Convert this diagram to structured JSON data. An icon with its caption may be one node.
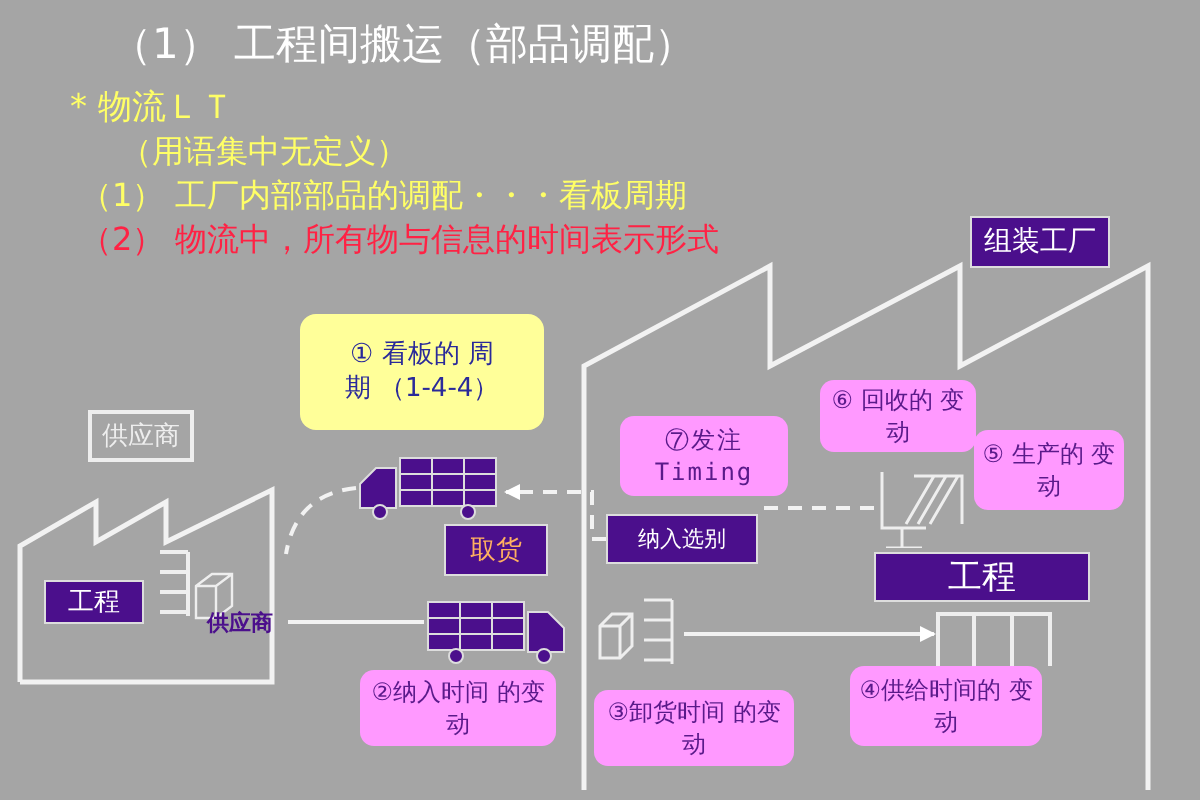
{
  "diagram": {
    "title": "（1） 工程间搬运（部品调配）",
    "nodes": [
      {
        "text": [
          "供应商"
        ]
      },
      {
        "text": [
          "工程"
        ],
        "in": 0
      },
      {
        "text": [
          "供应商"
        ],
        "in": 0
      },
      {
        "text": [
          "① 看板的 周期 （1-4-4）"
        ]
      },
      {
        "text": [],
        "shape": "truck"
      },
      {
        "text": [
          "取货"
        ]
      },
      {
        "text": [],
        "shape": "truck"
      },
      {
        "text": [
          "②纳入时间 的变动"
        ]
      },
      {
        "text": [
          "组装工厂"
        ]
      },
      {
        "text": [
          "⑦发注 Timing"
        ],
        "in": 8
      },
      {
        "text": [
          "⑥ 回收的 变动"
        ],
        "in": 8
      },
      {
        "text": [
          "⑤ 生产的 变动"
        ],
        "in": 8
      },
      {
        "text": [
          "纳入选别"
        ],
        "in": 8
      },
      {
        "text": [],
        "shape": "picture",
        "in": 8
      },
      {
        "text": [
          "工程"
        ],
        "in": 8
      },
      {
        "text": [],
        "shape": "picture",
        "in": 8
      },
      {
        "text": [],
        "shape": "picture",
        "in": 8
      },
      {
        "text": [
          "③卸货时间 的变动"
        ],
        "in": 8
      },
      {
        "text": [
          "④供给时间的 变动"
        ],
        "in": 8
      }
    ],
    "edges": [
      {
        "from": 13,
        "to": 12,
        "arrow": "none",
        "style": "dashed"
      },
      {
        "from": 12,
        "to": 4,
        "arrow": "to",
        "style": "dashed"
      },
      {
        "from": 4,
        "to": 0,
        "arrow": "none",
        "style": "dashed"
      },
      {
        "from": 2,
        "to": 6,
        "arrow": "none"
      },
      {
        "from": 15,
        "to": 16,
        "arrow": "to"
      }
    ],
    "labels": [
      "* 物流ＬＴ",
      "（用语集中无定义）",
      "（1） 工厂内部部品的调配・・・看板周期",
      "（2） 物流中，所有物与信息的时间表示形式"
    ]
  }
}
